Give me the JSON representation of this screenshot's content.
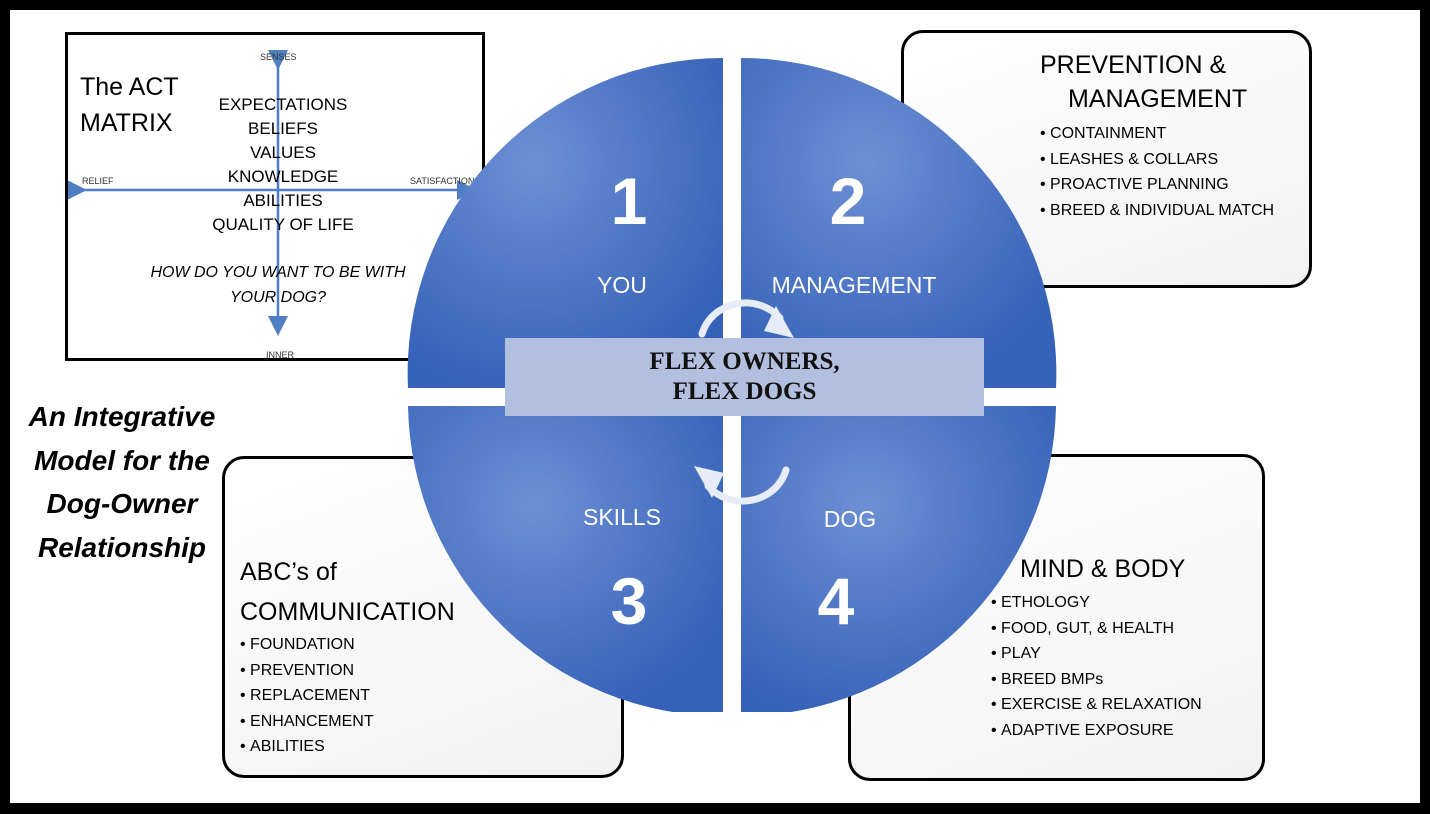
{
  "act_matrix": {
    "title": "The ACT\nMATRIX",
    "axis_top": "SENSES",
    "axis_bottom": "INNER",
    "axis_left": "RELIEF",
    "axis_right": "SATISFACTION",
    "items": [
      "EXPECTATIONS",
      "BELIEFS",
      "VALUES",
      "KNOWLEDGE",
      "ABILITIES",
      "QUALITY OF LIFE"
    ],
    "question": "HOW DO YOU WANT TO BE WITH YOUR DOG?"
  },
  "side_title": "An Integrative Model for the Dog-Owner Relationship",
  "prevention_box": {
    "heading_line1": "PREVENTION &",
    "heading_line2": "MANAGEMENT",
    "items": [
      "CONTAINMENT",
      "LEASHES & COLLARS",
      "PROACTIVE PLANNING",
      "BREED & INDIVIDUAL MATCH"
    ]
  },
  "abc_box": {
    "heading_line1": "ABC’s of",
    "heading_line2": "COMMUNICATION",
    "items": [
      "FOUNDATION",
      "PREVENTION",
      "REPLACEMENT",
      "ENHANCEMENT",
      "ABILITIES"
    ]
  },
  "mind_body_box": {
    "heading": "MIND & BODY",
    "items": [
      "ETHOLOGY",
      "FOOD, GUT, & HEALTH",
      "PLAY",
      "BREED BMPs",
      "EXERCISE & RELAXATION",
      "ADAPTIVE EXPOSURE"
    ]
  },
  "quadrants": [
    {
      "number": "1",
      "label": "YOU"
    },
    {
      "number": "2",
      "label": "MANAGEMENT"
    },
    {
      "number": "3",
      "label": "SKILLS"
    },
    {
      "number": "4",
      "label": "DOG"
    }
  ],
  "center_banner": "FLEX OWNERS,\nFLEX DOGS",
  "colors": {
    "circle_light": "#6d8fd4",
    "circle_dark": "#3561b8",
    "banner": "#b3bfde",
    "matrix_axis": "#4f7ec2",
    "border": "#000000"
  }
}
